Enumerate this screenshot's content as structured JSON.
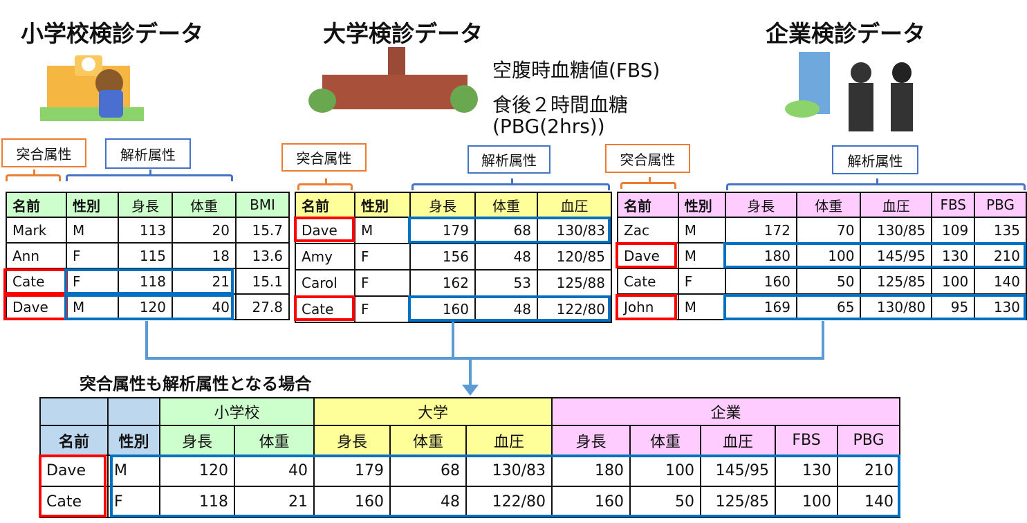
{
  "titles": {
    "school": "小学校検診データ",
    "university": "大学検診データ",
    "company": "企業検診データ"
  },
  "notes": {
    "fbs": "空腹時血糖値(FBS)",
    "pbg1": "食後２時間血糖",
    "pbg2": "(PBG(2hrs))"
  },
  "labels": {
    "match": "突合属性",
    "analysis": "解析属性"
  },
  "colors": {
    "school": "#ccffcc",
    "university": "#ffff99",
    "company": "#ffccff",
    "merged": "#bdd7ee",
    "match": "#ff0000",
    "analysis": "#0070c0"
  },
  "school": {
    "headers": [
      "名前",
      "性別",
      "身長",
      "体重",
      "BMI"
    ],
    "rows": [
      [
        "Mark",
        "M",
        "113",
        "20",
        "15.7"
      ],
      [
        "Ann",
        "F",
        "115",
        "18",
        "13.6"
      ],
      [
        "Cate",
        "F",
        "118",
        "21",
        "15.1"
      ],
      [
        "Dave",
        "M",
        "120",
        "40",
        "27.8"
      ]
    ]
  },
  "university": {
    "headers": [
      "名前",
      "性別",
      "身長",
      "体重",
      "血圧"
    ],
    "rows": [
      [
        "Dave",
        "M",
        "179",
        "68",
        "130/83"
      ],
      [
        "Amy",
        "F",
        "156",
        "48",
        "120/85"
      ],
      [
        "Carol",
        "F",
        "162",
        "53",
        "125/88"
      ],
      [
        "Cate",
        "F",
        "160",
        "48",
        "122/80"
      ]
    ]
  },
  "company": {
    "headers": [
      "名前",
      "性別",
      "身長",
      "体重",
      "血圧",
      "FBS",
      "PBG"
    ],
    "rows": [
      [
        "Zac",
        "M",
        "172",
        "70",
        "130/85",
        "109",
        "135"
      ],
      [
        "Dave",
        "M",
        "180",
        "100",
        "145/95",
        "130",
        "210"
      ],
      [
        "Cate",
        "F",
        "160",
        "50",
        "125/85",
        "100",
        "140"
      ],
      [
        "John",
        "M",
        "169",
        "65",
        "130/80",
        "95",
        "130"
      ]
    ]
  },
  "merged": {
    "caption": "突合属性も解析属性となる場合",
    "groups": [
      "小学校",
      "大学",
      "企業"
    ],
    "headers": [
      "名前",
      "性別",
      "身長",
      "体重",
      "身長",
      "体重",
      "血圧",
      "身長",
      "体重",
      "血圧",
      "FBS",
      "PBG"
    ],
    "rows": [
      [
        "Dave",
        "M",
        "120",
        "40",
        "179",
        "68",
        "130/83",
        "180",
        "100",
        "145/95",
        "130",
        "210"
      ],
      [
        "Cate",
        "F",
        "118",
        "21",
        "160",
        "48",
        "122/80",
        "160",
        "50",
        "125/85",
        "100",
        "140"
      ]
    ]
  }
}
